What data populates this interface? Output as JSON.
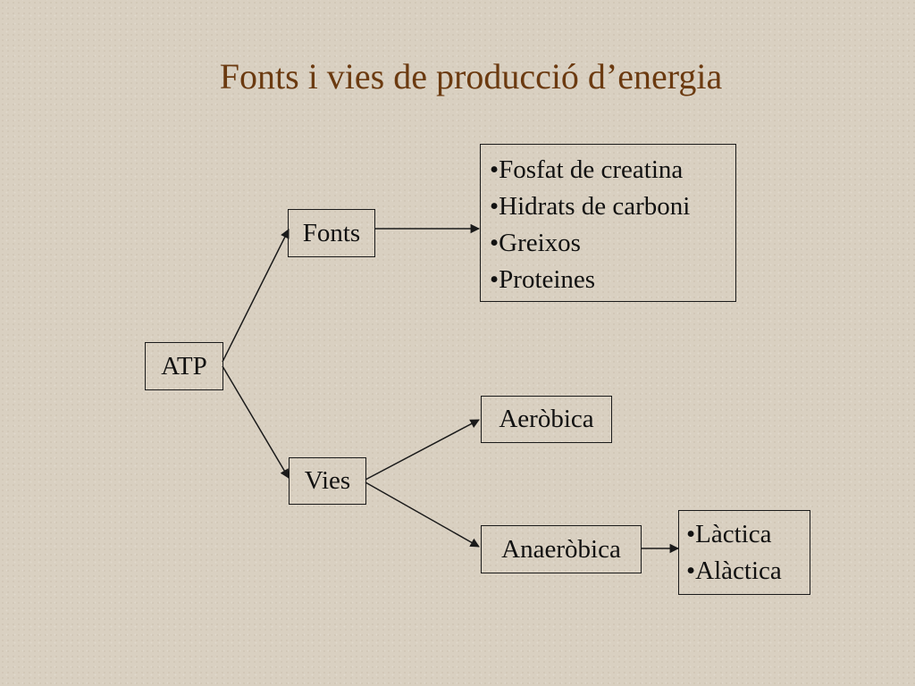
{
  "title": "Fonts i vies de producció d’energia",
  "nodes": {
    "atp": "ATP",
    "fonts": "Fonts",
    "vies": "Vies",
    "aerobica": "Aeròbica",
    "anaerobica": "Anaeròbica"
  },
  "sources_list": [
    "Fosfat de creatina",
    "Hidrats de carboni",
    "Greixos",
    "Proteines"
  ],
  "anaerobic_list": [
    "Làctica",
    "Alàctica"
  ],
  "colors": {
    "title": "#6b3a10",
    "line": "#1a1a1a",
    "background": "#d9d0c1"
  }
}
